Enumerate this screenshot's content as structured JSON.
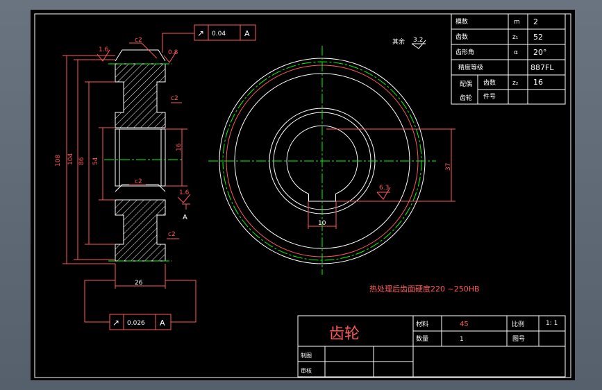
{
  "colors": {
    "border": "#ffffff",
    "dim": "#ff5a5a",
    "center": "#00ff00",
    "hatch": "#ffffff",
    "background": "#000000",
    "app_bg": "#5b6470"
  },
  "param_table": {
    "rows": [
      {
        "label": "模数",
        "symbol": "m",
        "value": "2"
      },
      {
        "label": "齿数",
        "symbol": "z₁",
        "value": "52"
      },
      {
        "label": "齿形角",
        "symbol": "α",
        "value": "20°"
      },
      {
        "label": "精度等级",
        "symbol": "",
        "value": "887FL"
      },
      {
        "label_a": "配偶",
        "label_b": "齿轮",
        "sub1": "齿数",
        "symbol": "z₂",
        "value": "16",
        "sub2": "件号"
      }
    ]
  },
  "surface_finish": {
    "rest_label": "其余",
    "rest_value": "3.2",
    "keyway_value": "6.3"
  },
  "tolerance_frames": [
    {
      "symbol": "↗",
      "value": "0.04",
      "datum": "A"
    },
    {
      "symbol": "↗",
      "value": "0.026",
      "datum": "A"
    }
  ],
  "side_view_dims": {
    "outer_dia": "108",
    "root_dia": "104",
    "hub_dia": "86",
    "bore_dia": "54",
    "web_len": "16",
    "width": "26",
    "rough_16": "1.6",
    "rough_08": "0.8",
    "chamfer": "c2",
    "datum": "A"
  },
  "front_view_dims": {
    "keyway_depth": "37",
    "keyway_width": "10"
  },
  "note": "热处理后齿面硬度220 ~250HB",
  "title_block": {
    "part_name": "齿轮",
    "material_label": "材料",
    "material_value": "45",
    "scale_label": "比例",
    "scale_value": "1: 1",
    "qty_label": "数量",
    "qty_value": "1",
    "drawing_no_label": "图号",
    "drawn_label": "制图",
    "checked_label": "审核"
  }
}
